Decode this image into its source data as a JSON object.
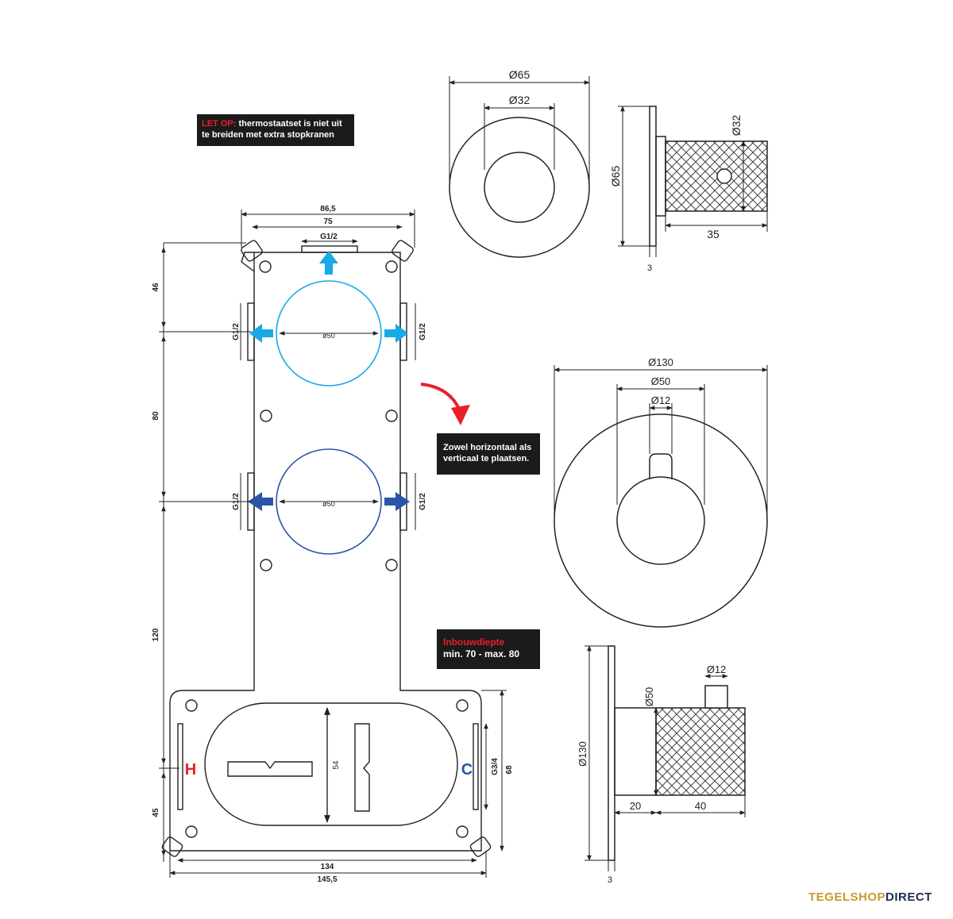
{
  "notes": {
    "top_warning_label": "LET OP:",
    "top_warning_line1": " thermostaatset is niet uit",
    "top_warning_line2": "te breiden met extra stopkranen",
    "orientation_line1": "Zowel horizontaal als",
    "orientation_line2": "verticaal te plaatsen.",
    "depth_title": "Inbouwdiepte",
    "depth_value": "min. 70 - max. 80"
  },
  "box_dims": {
    "top_outer": "86,5",
    "top_inner": "75",
    "top_port": "G1/2",
    "left_port_upper": "G1/2",
    "right_port_upper": "G1/2",
    "left_port_lower": "G1/2",
    "right_port_lower": "G1/2",
    "upper_circle": "ø50",
    "lower_circle": "ø50",
    "v_46": "46",
    "v_80": "80",
    "v_120": "120",
    "v_45": "45",
    "v_54": "54",
    "v_68": "68",
    "port_bottom": "G3/4",
    "bottom_inner": "134",
    "bottom_outer": "145,5",
    "hot": "H",
    "cold": "C"
  },
  "small_knob": {
    "outer_dia": "Ø65",
    "inner_dia": "Ø32",
    "side_height": "Ø65",
    "side_knob_dia": "Ø32",
    "side_depth": "35",
    "plate_thickness": "3"
  },
  "large_knob": {
    "outer_dia": "Ø130",
    "mid_dia": "Ø50",
    "stem_dia": "Ø12",
    "side_height": "Ø130",
    "side_knob_dia": "Ø50",
    "side_stem_dia": "Ø12",
    "side_depth_a": "20",
    "side_depth_b": "40",
    "plate_thickness": "3"
  },
  "brand": {
    "part1": "TEGELSHOP",
    "part2": "DIRECT"
  },
  "colors": {
    "light_blue": "#19a9e6",
    "dark_blue": "#2a55a8",
    "red": "#e8202a",
    "line": "#222222"
  }
}
